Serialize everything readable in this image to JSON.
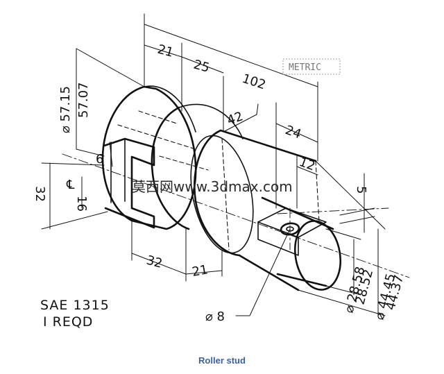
{
  "figure": {
    "caption": "Roller stud",
    "notes": [
      "SAE 1315",
      "I REQD"
    ],
    "stamp": "METRIC",
    "watermark": "莫西网www.3dmax.com"
  },
  "dimensions": {
    "d1": "21",
    "d2": "25",
    "d3": "102",
    "d4": "42",
    "d5": "24",
    "d6": "12",
    "d7": "5",
    "d8": "6",
    "d9": "16",
    "d10": "32",
    "d11": "32",
    "d12": "21",
    "dia_flange": "⌀ 57.15",
    "dia_flange_min": "57.07",
    "dia_hole": "⌀ 8",
    "dia_shaft": "⌀ 28.58",
    "dia_shaft_min": "28.52",
    "dia_body": "⌀ 44.45",
    "dia_body_min": "44.37",
    "centerline_mark": "℄"
  },
  "colors": {
    "ink": "#111111",
    "caption": "#3a5fa8"
  }
}
